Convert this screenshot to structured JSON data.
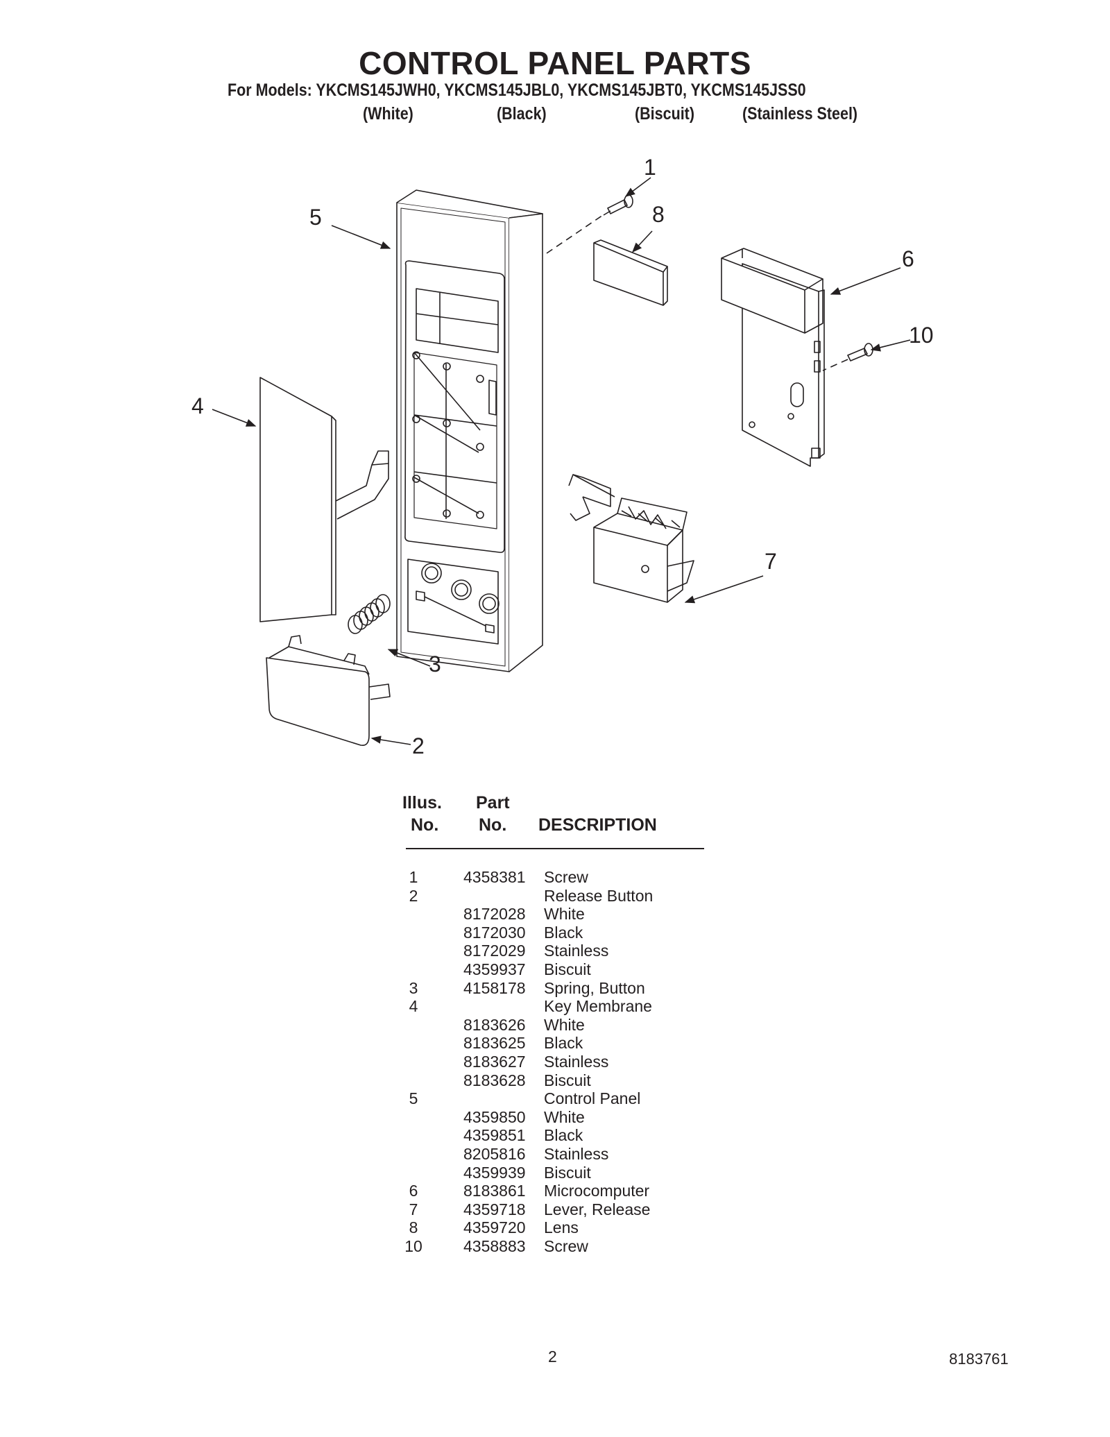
{
  "header": {
    "title": "CONTROL PANEL PARTS",
    "models_line": "For Models: YKCMS145JWH0, YKCMS145JBL0, YKCMS145JBT0, YKCMS145JSS0",
    "finishes": [
      "(White)",
      "(Black)",
      "(Biscuit)",
      "(Stainless Steel)"
    ]
  },
  "diagram": {
    "callouts": [
      "1",
      "2",
      "3",
      "4",
      "5",
      "6",
      "7",
      "8",
      "10"
    ]
  },
  "table": {
    "headers": {
      "illus_top": "Illus.",
      "illus_bottom": "No.",
      "part_top": "Part",
      "part_bottom": "No.",
      "description": "DESCRIPTION"
    },
    "rows": [
      {
        "no": "1",
        "part": "4358381",
        "desc": "Screw"
      },
      {
        "no": "2",
        "part": "",
        "desc": "Release Button"
      },
      {
        "no": "",
        "part": "8172028",
        "desc": "White"
      },
      {
        "no": "",
        "part": "8172030",
        "desc": "Black"
      },
      {
        "no": "",
        "part": "8172029",
        "desc": "Stainless"
      },
      {
        "no": "",
        "part": "4359937",
        "desc": "Biscuit"
      },
      {
        "no": "3",
        "part": "4158178",
        "desc": "Spring, Button"
      },
      {
        "no": "4",
        "part": "",
        "desc": "Key Membrane"
      },
      {
        "no": "",
        "part": "8183626",
        "desc": "White"
      },
      {
        "no": "",
        "part": "8183625",
        "desc": "Black"
      },
      {
        "no": "",
        "part": "8183627",
        "desc": "Stainless"
      },
      {
        "no": "",
        "part": "8183628",
        "desc": "Biscuit"
      },
      {
        "no": "5",
        "part": "",
        "desc": "Control Panel"
      },
      {
        "no": "",
        "part": "4359850",
        "desc": "White"
      },
      {
        "no": "",
        "part": "4359851",
        "desc": "Black"
      },
      {
        "no": "",
        "part": "8205816",
        "desc": "Stainless"
      },
      {
        "no": "",
        "part": "4359939",
        "desc": "Biscuit"
      },
      {
        "no": "6",
        "part": "8183861",
        "desc": "Microcomputer"
      },
      {
        "no": "7",
        "part": "4359718",
        "desc": "Lever, Release"
      },
      {
        "no": "8",
        "part": "4359720",
        "desc": "Lens"
      },
      {
        "no": "10",
        "part": "4358883",
        "desc": "Screw"
      }
    ]
  },
  "footer": {
    "page_number": "2",
    "document_number": "8183761"
  }
}
